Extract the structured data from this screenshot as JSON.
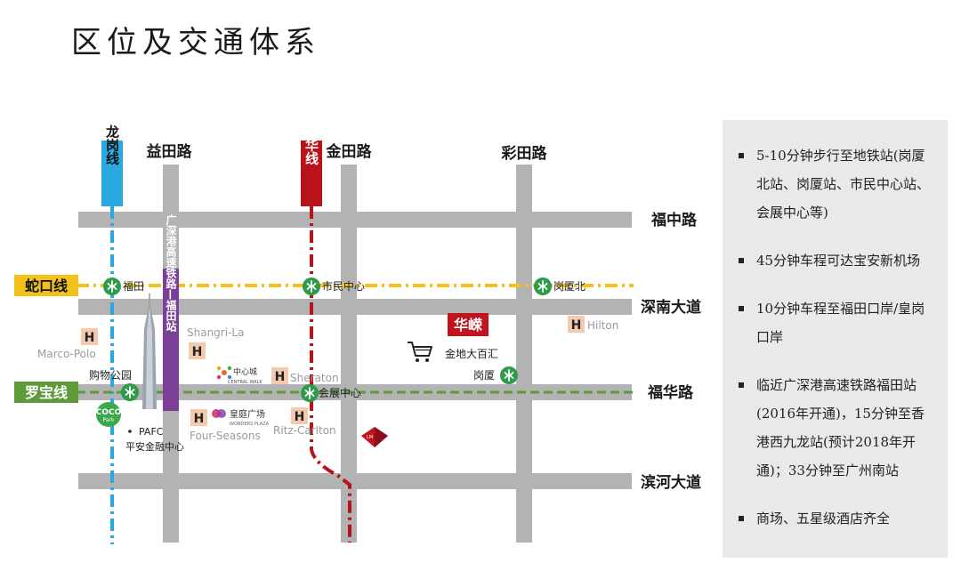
{
  "page": {
    "title": "区位及交通体系"
  },
  "colors": {
    "road": "#b3b3b3",
    "line_longhua": "#b8121a",
    "line_longgang": "#2aa8e0",
    "line_shekou": "#f2c21a",
    "line_luobao": "#5f9a3a",
    "line_xrl": "#7b3f98",
    "metro_icon": "#2e9a4a",
    "hotel_badge_bg": "#f5c9ad",
    "huaxia_badge": "#c0141e",
    "panel_bg": "#e9eae8"
  },
  "roads": {
    "vertical": [
      "益田路",
      "金田路",
      "彩田路"
    ],
    "horizontal": [
      "福中路",
      "深南大道",
      "福华路",
      "滨河大道"
    ]
  },
  "metro_lines": {
    "longhua": "龙华线",
    "longgang": "龙岗线",
    "shekou": "蛇口线",
    "luobao": "罗宝线",
    "xrl": "广深港高速铁路—福田站"
  },
  "stations": {
    "futian": "福田",
    "civic_center": "市民中心",
    "gangxia_north": "岗厦北",
    "shopping_park": "购物公园",
    "convention": "会展中心",
    "gangxia": "岗厦"
  },
  "hotels": {
    "marco_polo": "Marco-Polo",
    "shangri_la": "Shangri-La",
    "sheraton": "Sheraton",
    "hilton": "Hilton",
    "four_seasons": "Four-Seasons",
    "ritz_carlton": "Ritz-Carlton",
    "badge_letter": "H"
  },
  "landmarks": {
    "huaxia": "华嵘",
    "jindi": "金地大百汇",
    "pafc": "PAFC",
    "pafc_cn": "平安金融中心",
    "coco": "COCO",
    "coco_sub": "Park",
    "central_walk": "中心城",
    "central_walk_en": "CENTRAL WALK",
    "huangting": "皇庭广场",
    "huangting_en": "WONDERS PLAZA",
    "lm_logo": "LM"
  },
  "bullets": [
    "5-10分钟步行至地铁站(岗厦北站、岗厦站、市民中心站、会展中心等)",
    "45分钟车程可达宝安新机场",
    "10分钟车程至福田口岸/皇岗口岸",
    "临近广深港高速铁路福田站(2016年开通)，15分钟至香港西九龙站(预计2018年开通)；33分钟至广州南站",
    "商场、五星级酒店齐全"
  ]
}
